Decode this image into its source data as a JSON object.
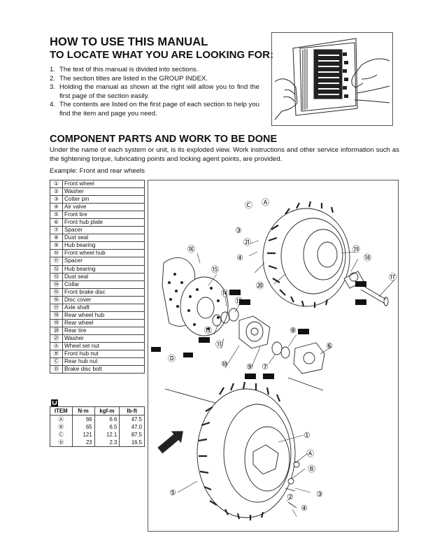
{
  "header": {
    "title": "HOW TO USE THIS MANUAL",
    "subtitle": "TO LOCATE WHAT YOU ARE LOOKING FOR:"
  },
  "steps": [
    {
      "num": "1.",
      "text": "The text of this manual is divided into sections."
    },
    {
      "num": "2.",
      "text": "The section titles are listed in the GROUP INDEX."
    },
    {
      "num": "3.",
      "text": "Holding the manual as shown at the right will allow you to find the first page of the section easily."
    },
    {
      "num": "4.",
      "text": "The contents are listed on the first page of each section to help you find the item and page you need."
    }
  ],
  "section2": {
    "title": "COMPONENT PARTS AND WORK TO BE DONE",
    "intro": "Under the name of each system or unit, is its exploded view. Work instructions and other service information such as the tightening torque, lubricating points and locking agent points, are provided.",
    "example": "Example: Front and rear wheels"
  },
  "parts": [
    {
      "sym": "①",
      "name": "Front wheel"
    },
    {
      "sym": "②",
      "name": "Washer"
    },
    {
      "sym": "③",
      "name": "Cotter pin"
    },
    {
      "sym": "④",
      "name": "Air valve"
    },
    {
      "sym": "⑤",
      "name": "Front tire"
    },
    {
      "sym": "⑥",
      "name": "Front hub plate"
    },
    {
      "sym": "⑦",
      "name": "Spacer"
    },
    {
      "sym": "⑧",
      "name": "Dust seal"
    },
    {
      "sym": "⑨",
      "name": "Hub bearing"
    },
    {
      "sym": "⑩",
      "name": "Front wheel hub"
    },
    {
      "sym": "⑪",
      "name": "Spacer"
    },
    {
      "sym": "⑫",
      "name": "Hub bearing"
    },
    {
      "sym": "⑬",
      "name": "Dust seal"
    },
    {
      "sym": "⑭",
      "name": "Collar"
    },
    {
      "sym": "⑮",
      "name": "Front brake disc"
    },
    {
      "sym": "⑯",
      "name": "Disc cover"
    },
    {
      "sym": "⑰",
      "name": "Axle shaft"
    },
    {
      "sym": "⑱",
      "name": "Rear wheel hub"
    },
    {
      "sym": "⑲",
      "name": "Rear wheel"
    },
    {
      "sym": "⑳",
      "name": "Rear tire"
    },
    {
      "sym": "㉑",
      "name": "Washer"
    },
    {
      "sym": "Ⓐ",
      "name": "Wheel set nut"
    },
    {
      "sym": "Ⓑ",
      "name": "Front hub nut"
    },
    {
      "sym": "Ⓒ",
      "name": "Rear hub nut"
    },
    {
      "sym": "Ⓓ",
      "name": "Brake disc bolt"
    }
  ],
  "torque": {
    "headers": [
      "ITEM",
      "N·m",
      "kgf-m",
      "lb-ft"
    ],
    "rows": [
      [
        "Ⓐ",
        "66",
        "6.6",
        "47.5"
      ],
      [
        "Ⓑ",
        "65",
        "6.5",
        "47.0"
      ],
      [
        "Ⓒ",
        "121",
        "12.1",
        "87.5"
      ],
      [
        "Ⓓ",
        "23",
        "2.3",
        "16.5"
      ]
    ]
  },
  "diagram": {
    "labels": {
      "c1": "①",
      "c2": "②",
      "c3": "③",
      "c4": "④",
      "c5": "⑤",
      "c6": "⑥",
      "c7": "⑦",
      "c8": "⑧",
      "c9": "⑨",
      "c10": "⑩",
      "c11": "⑪",
      "c12": "⑫",
      "c13": "⑬",
      "c14": "⑭",
      "c15": "⑮",
      "c16": "⑯",
      "c17": "⑰",
      "c18": "⑱",
      "c19": "⑲",
      "c20": "⑳",
      "c21": "㉑",
      "lA": "Ⓐ",
      "lB": "Ⓑ",
      "lC": "Ⓒ",
      "lD": "Ⓓ"
    },
    "fwd": "FWD",
    "callout": "A"
  },
  "icons": {
    "torque": "torque-wrench-icon",
    "locking_agent": "locking-agent-icon"
  }
}
